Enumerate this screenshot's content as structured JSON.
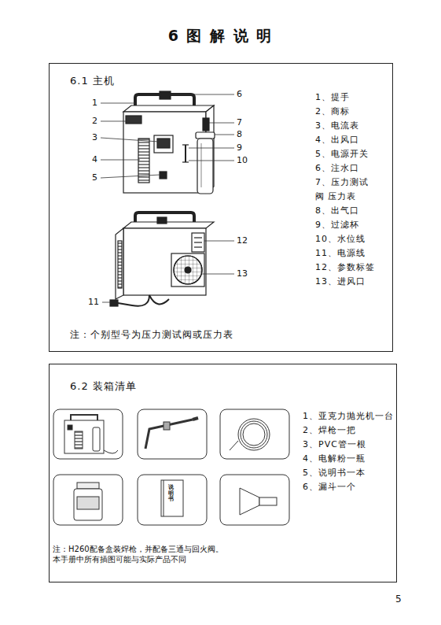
{
  "diagram": {
    "title": "6 图 解 说 明",
    "nodes": [
      {
        "text": [
          "6.1 主机",
          "1、提手",
          "2、商标",
          "3、电流表",
          "4、出风口",
          "5、电源开关",
          "6、注水口",
          "7、压力测试阀 压力表",
          "8、出气口",
          "9、过滤杯",
          "10、水位线",
          "11、电源线",
          "12、参数标签",
          "13、进风口",
          "注：个别型号为压力测试阀或压力表"
        ]
      },
      {
        "text": [
          "6.2 装箱清单",
          "1、亚克力抛光机一台",
          "2、焊枪一把",
          "3、PVC管一根",
          "4、电解粉一瓶",
          "5、说明书一本",
          "6、漏斗一个",
          "注：H260配备盒装焊枪，并配备三通与回火阀。",
          "本手册中所有插图可能与实际产品不同"
        ]
      }
    ],
    "labels": [
      "1",
      "2",
      "3",
      "4",
      "5",
      "6",
      "7",
      "8",
      "9",
      "10",
      "12",
      "13",
      "11",
      "说明书",
      "5"
    ]
  }
}
